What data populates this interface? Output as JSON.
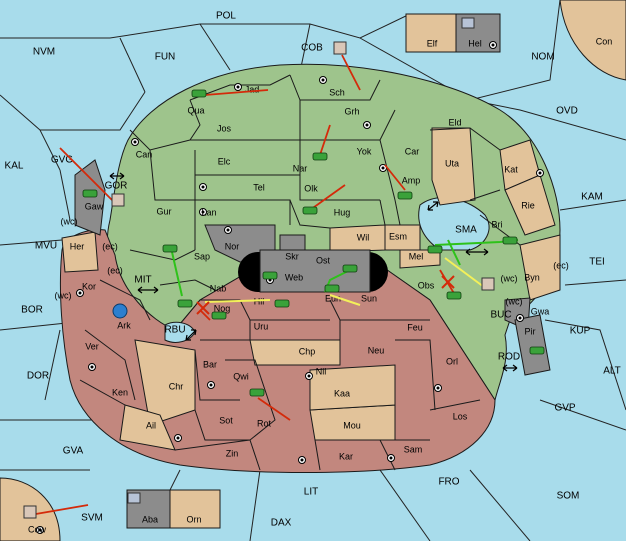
{
  "colors": {
    "sea": "#a8dceb",
    "land_green": "#9ec48c",
    "land_red": "#c2877e",
    "land_tan": "#e2c39a",
    "land_gray": "#8c8c8c",
    "border": "#1a1a1a",
    "order_red": "#d42a0a",
    "order_yellow": "#f3f05a",
    "order_green": "#2ec21a",
    "unit_green": "#3aa23a"
  },
  "sea_regions": [
    "POL",
    "NVM",
    "FUN",
    "COB",
    "NOM",
    "OVD",
    "KAL",
    "GVG",
    "KAM",
    "MVU",
    "BOR",
    "TEI",
    "KUP",
    "DOR",
    "ALT",
    "GVP",
    "GVA",
    "FRO",
    "SOM",
    "LIT",
    "SVM",
    "DAX",
    "MIT",
    "RBU",
    "SMA",
    "GOR",
    "BUC",
    "ROD"
  ],
  "coast_markers": [
    "(wc)",
    "(ec)",
    "(ec)",
    "(wc)",
    "(wc)",
    "(ec)",
    "(wc)"
  ],
  "green_provinces": [
    "Jad",
    "Qua",
    "Sch",
    "Grh",
    "Jos",
    "Can",
    "Eld",
    "Elc",
    "Nar",
    "Yok",
    "Car",
    "Tel",
    "Olk",
    "Amp",
    "Gur",
    "Lan",
    "Hug",
    "Bri",
    "Gaw",
    "Sap",
    "Nab",
    "Kor",
    "Ark"
  ],
  "tan_provinces": [
    "Elf",
    "Con",
    "Uta",
    "Kat",
    "Rie",
    "Wil",
    "Esm",
    "Mel",
    "Byn",
    "Her",
    "Chr",
    "Ail",
    "Mou",
    "Kaa",
    "Chp",
    "Cow",
    "Orn"
  ],
  "red_provinces": [
    "Obs",
    "Sun",
    "Eun",
    "Hil",
    "Nog",
    "Uru",
    "Feu",
    "Neu",
    "Orl",
    "Nil",
    "Qwi",
    "Bar",
    "Ken",
    "Ver",
    "Sot",
    "Rot",
    "Los",
    "Sam",
    "Kar",
    "Zin"
  ],
  "gray_provinces": [
    "Hel",
    "Aba",
    "Nor",
    "Skr",
    "Ost",
    "Web",
    "Gwa",
    "Pir"
  ],
  "legend": {}
}
